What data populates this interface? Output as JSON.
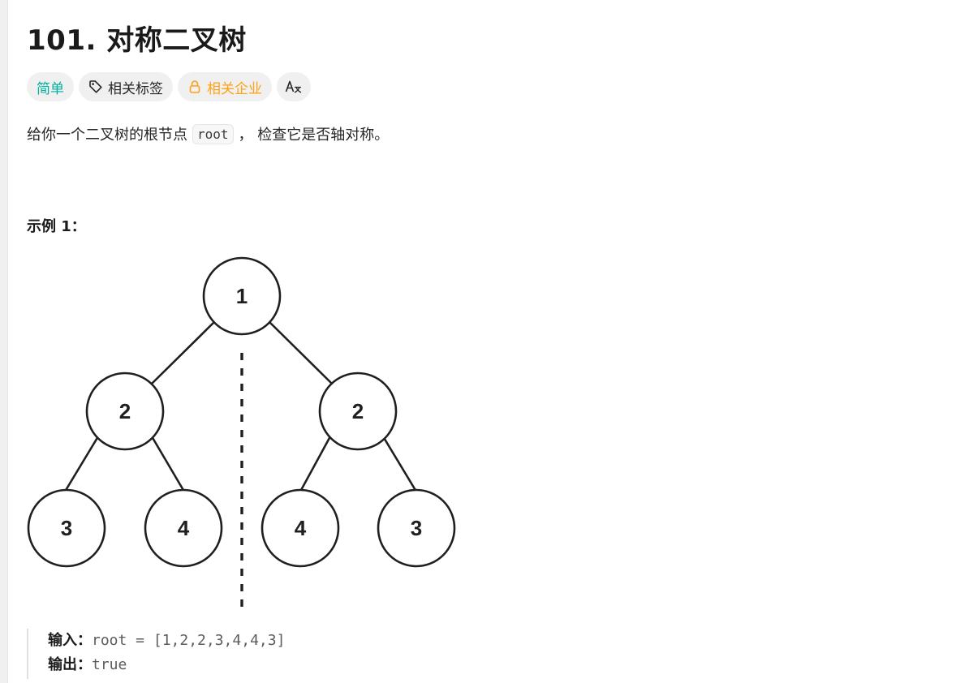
{
  "problem": {
    "title": "101. 对称二叉树",
    "difficulty": "简单",
    "tags_label": "相关标签",
    "companies_label": "相关企业"
  },
  "description": {
    "text_before": "给你一个二叉树的根节点",
    "code": "root",
    "text_after": "， 检查它是否轴对称。"
  },
  "example": {
    "heading": "示例 1：",
    "tree_values": [
      1,
      2,
      2,
      3,
      4,
      4,
      3
    ],
    "input_label": "输入：",
    "input_value": "root = [1,2,2,3,4,4,3]",
    "output_label": "输出：",
    "output_value": "true"
  },
  "icons": {
    "tag": "tag-icon",
    "lock": "lock-icon",
    "translate": "translate-icon"
  },
  "colors": {
    "easy": "#00af9b",
    "company": "#ffa116",
    "tag_bg": "#f0f0f0"
  }
}
